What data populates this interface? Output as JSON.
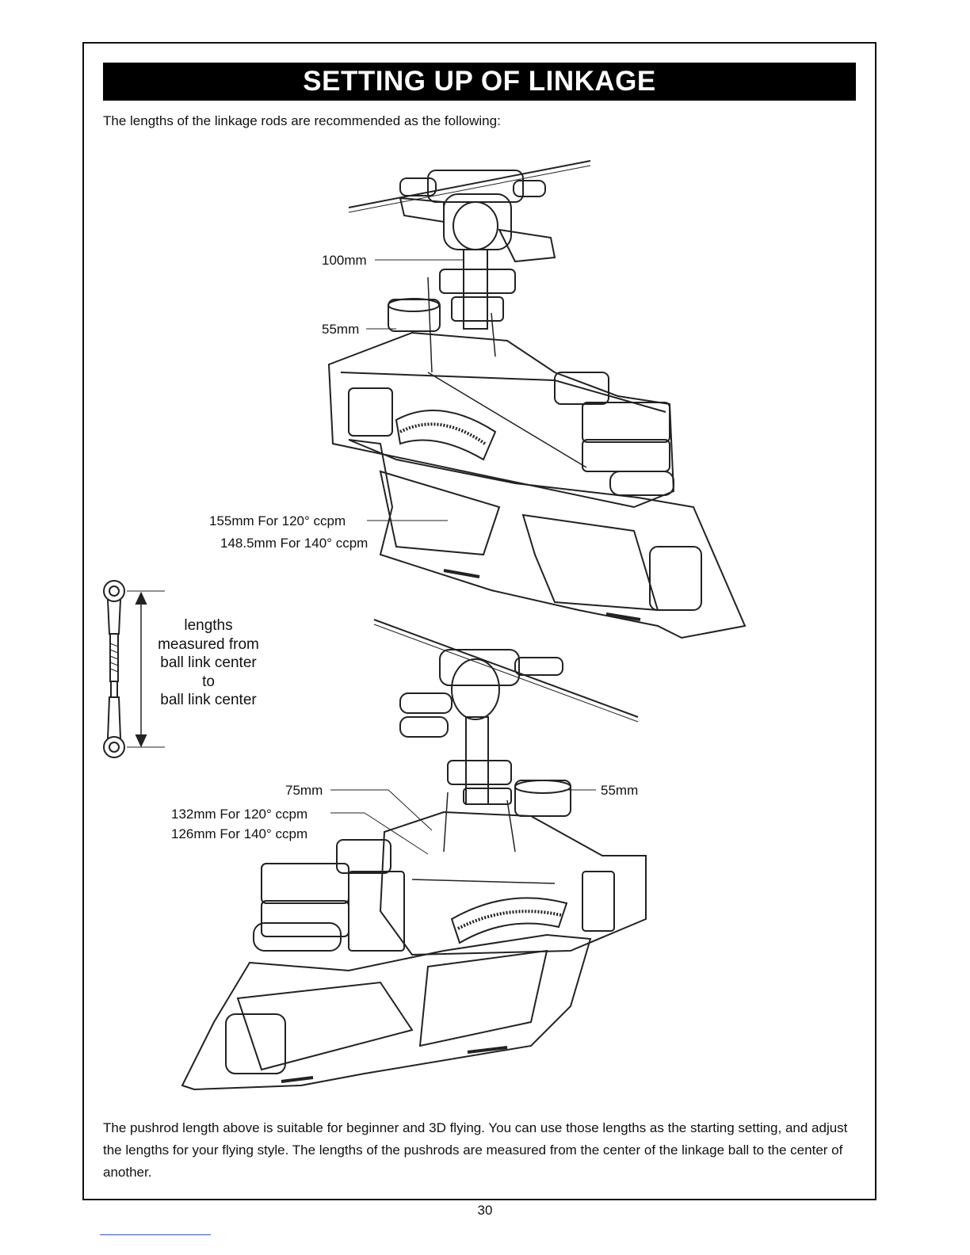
{
  "title": "SETTING UP OF LINKAGE",
  "intro": "The lengths of the linkage rods are recommended as the following:",
  "labels": {
    "upper_100": "100mm",
    "upper_55": "55mm",
    "upper_155": "155mm For 120° ccpm",
    "upper_148": "148.5mm For 140° ccpm",
    "lower_75": "75mm",
    "lower_55": "55mm",
    "lower_132": "132mm For 120° ccpm",
    "lower_126": "126mm For 140° ccpm"
  },
  "rod_note": {
    "line1": "lengths",
    "line2": "measured from",
    "line3": "ball link center",
    "line4": "to",
    "line5": "ball link center"
  },
  "footer": "The pushrod length above is suitable for beginner and 3D flying. You can use those lengths as the starting setting, and adjust the lengths for your flying style. The lengths of the pushrods are measured from the center of the linkage ball to the center of another.",
  "page_number": "30"
}
